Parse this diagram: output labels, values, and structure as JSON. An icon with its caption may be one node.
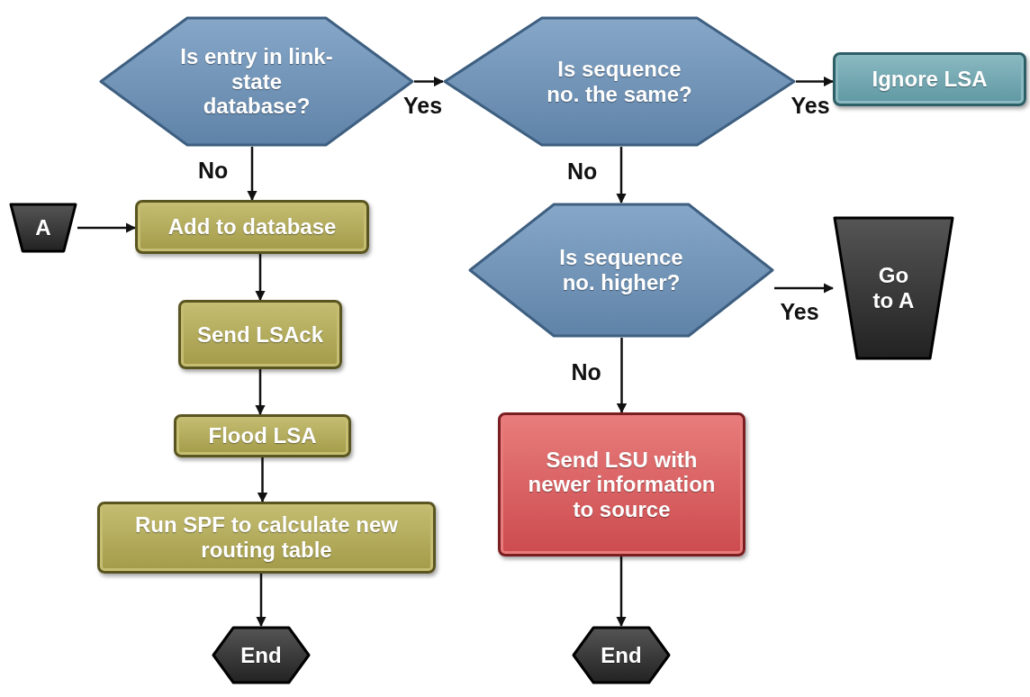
{
  "diagram": {
    "nodes": [
      {
        "text": [
          "Is entry in link-state database?"
        ]
      },
      {
        "text": [
          "Is sequence no. the same?"
        ]
      },
      {
        "text": [
          "Ignore LSA"
        ]
      },
      {
        "text": [
          "A"
        ]
      },
      {
        "text": [
          "Add to database"
        ]
      },
      {
        "text": [
          "Send LSAck"
        ]
      },
      {
        "text": [
          "Flood LSA"
        ]
      },
      {
        "text": [
          "Run SPF to calculate new routing table"
        ]
      },
      {
        "text": [
          "End"
        ]
      },
      {
        "text": [
          "Is sequence no. higher?"
        ]
      },
      {
        "text": [
          "Go to A"
        ]
      },
      {
        "text": [
          "Send LSU with newer information to source"
        ]
      },
      {
        "text": [
          "End"
        ]
      }
    ],
    "edges": [
      {
        "from": 0,
        "to": 1,
        "arrow": "to",
        "label": "Yes"
      },
      {
        "from": 1,
        "to": 2,
        "arrow": "to",
        "label": "Yes"
      },
      {
        "from": 0,
        "to": 4,
        "arrow": "to",
        "label": "No"
      },
      {
        "from": 3,
        "to": 4,
        "arrow": "to"
      },
      {
        "from": 4,
        "to": 5,
        "arrow": "to"
      },
      {
        "from": 5,
        "to": 6,
        "arrow": "to"
      },
      {
        "from": 6,
        "to": 7,
        "arrow": "to"
      },
      {
        "from": 7,
        "to": 8,
        "arrow": "to"
      },
      {
        "from": 1,
        "to": 9,
        "arrow": "to",
        "label": "No"
      },
      {
        "from": 9,
        "to": 10,
        "arrow": "to",
        "label": "Yes"
      },
      {
        "from": 9,
        "to": 11,
        "arrow": "to",
        "label": "No"
      },
      {
        "from": 11,
        "to": 12,
        "arrow": "to"
      }
    ]
  }
}
